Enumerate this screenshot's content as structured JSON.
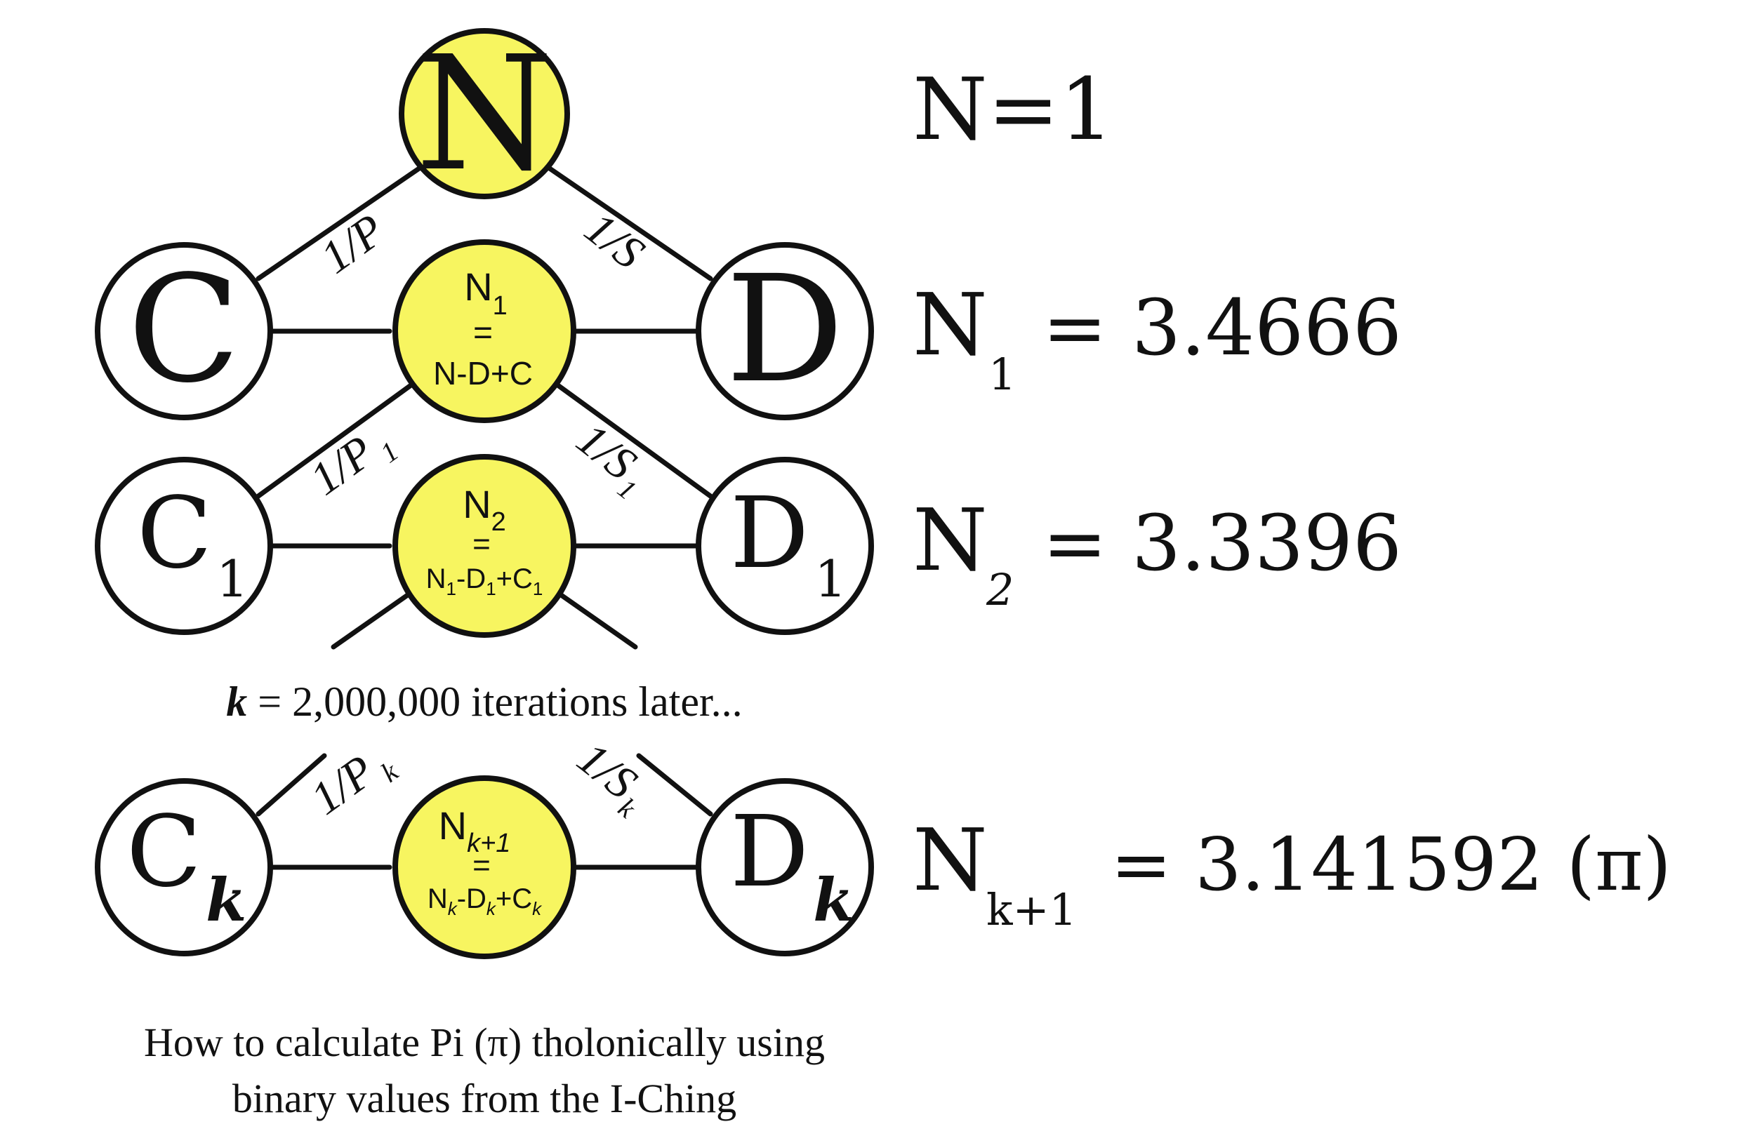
{
  "colors": {
    "accent_node": "#f7f560",
    "plain_node": "#ffffff",
    "stroke": "#111111"
  },
  "diagram": {
    "top": {
      "N": "N",
      "C": "C",
      "D": "D",
      "edge_left": "1/P",
      "edge_right": "1/S",
      "n1_main": "N",
      "n1_sub": "1",
      "n1_eq": "=",
      "n1_formula": "N-D+C"
    },
    "row2": {
      "C": "C",
      "C_sub": "1",
      "D": "D",
      "D_sub": "1",
      "edge_left": "1/P",
      "edge_left_sub": "1",
      "edge_right": "1/S",
      "edge_right_sub": "1",
      "n2_main": "N",
      "n2_sub": "2",
      "n2_eq": "=",
      "f_n": "N",
      "f_n_sub": "1",
      "f_minus_d": "-D",
      "f_d_sub": "1",
      "f_plus_c": "+C",
      "f_c_sub": "1"
    },
    "iterations": {
      "k": "k",
      "text": " = 2,000,000 iterations later..."
    },
    "rowk": {
      "C": "C",
      "C_sub": "k",
      "D": "D",
      "D_sub": "k",
      "edge_left": "1/P",
      "edge_left_sub": "k",
      "edge_right": "1/S",
      "edge_right_sub": "k",
      "nk_main": "N",
      "nk_sub": "k+1",
      "nk_eq": "=",
      "f_n": "N",
      "f_n_sub": "k",
      "f_minus_d": "-D",
      "f_d_sub": "k",
      "f_plus_c": "+C",
      "f_c_sub": "k"
    },
    "caption": {
      "line1": "How to calculate Pi (π) tholonically using",
      "line2": "binary values from the I-Ching"
    }
  },
  "equations": [
    {
      "lhs": "N=1"
    },
    {
      "lhs": "N",
      "sub": "1",
      "rhs": "= 3.4666"
    },
    {
      "lhs": "N",
      "sub": "2",
      "rhs": "= 3.3396"
    },
    {
      "lhs": "N",
      "sub": "k+1",
      "rhs": "= 3.141592 (π)"
    }
  ]
}
